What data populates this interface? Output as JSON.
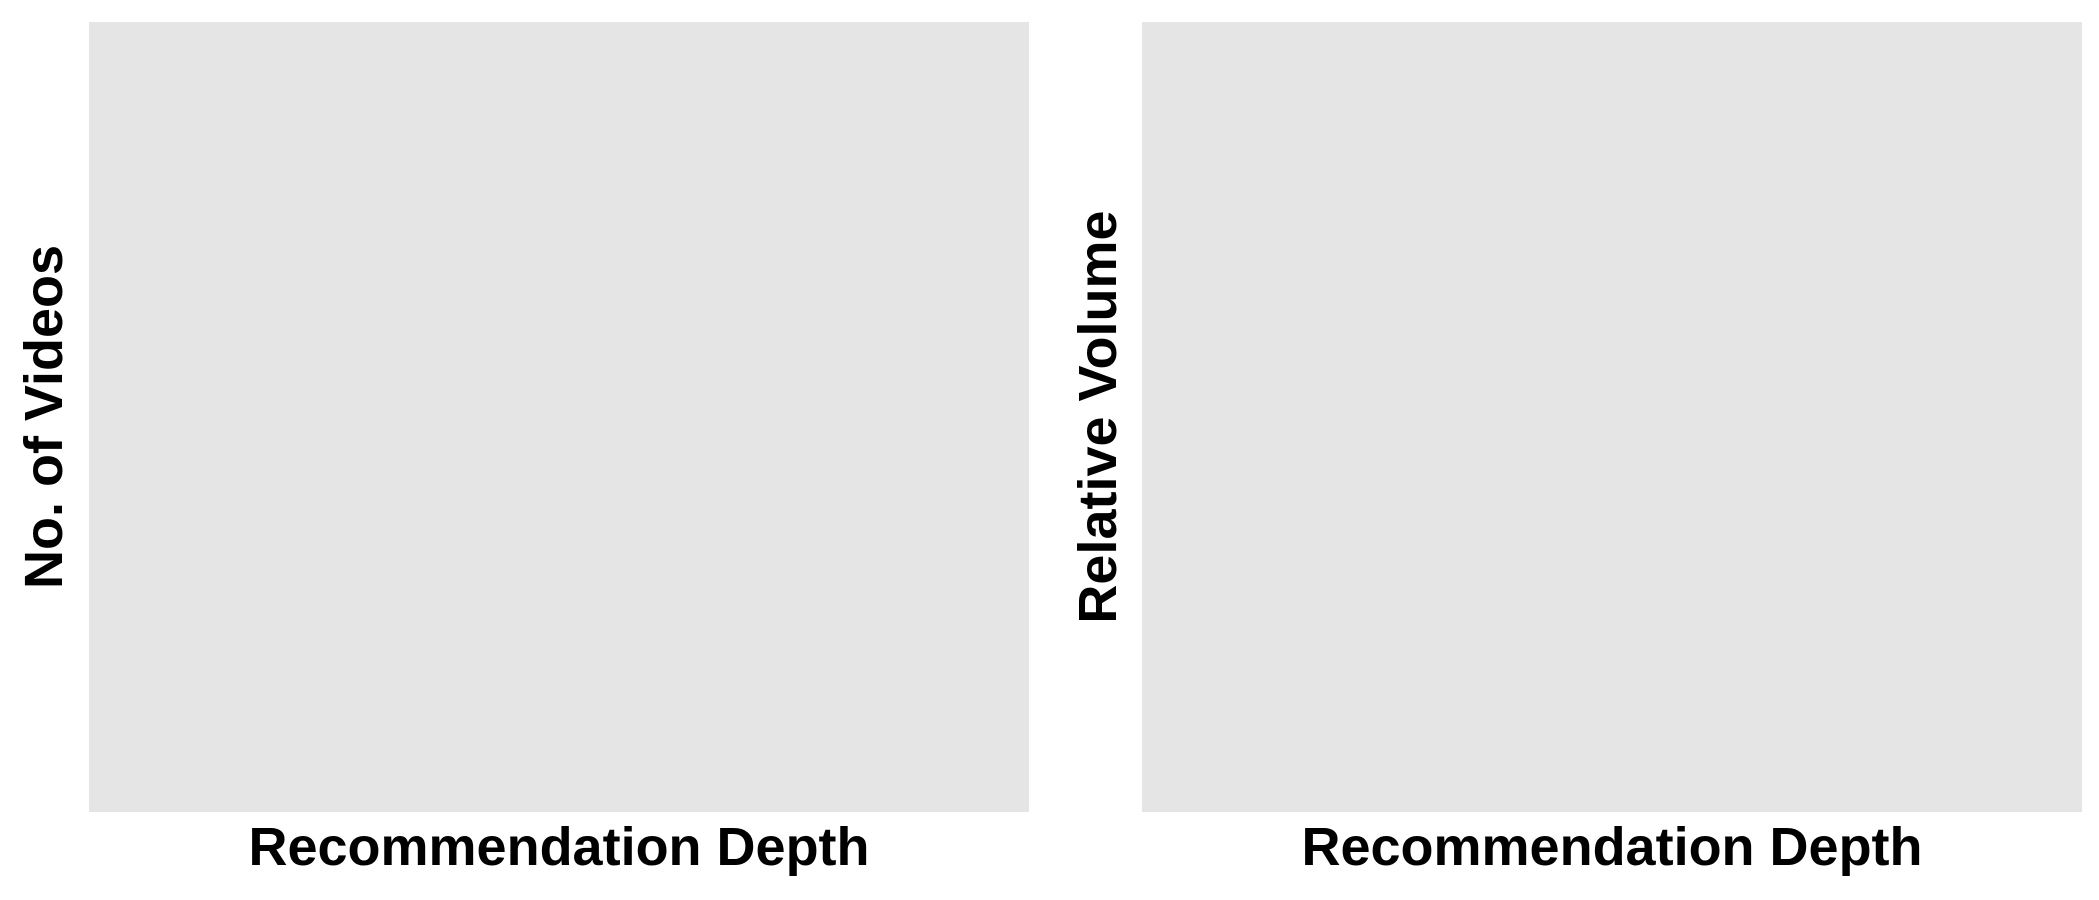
{
  "chart_data": [
    {
      "type": "line",
      "title": "",
      "xlabel": "Recommendation Depth",
      "ylabel": "No. of Videos",
      "series": [],
      "grid": false,
      "background": "#e5e5e5"
    },
    {
      "type": "line",
      "title": "",
      "xlabel": "Recommendation Depth",
      "ylabel": "Relative Volume",
      "series": [],
      "grid": false,
      "background": "#e5e5e5"
    }
  ]
}
